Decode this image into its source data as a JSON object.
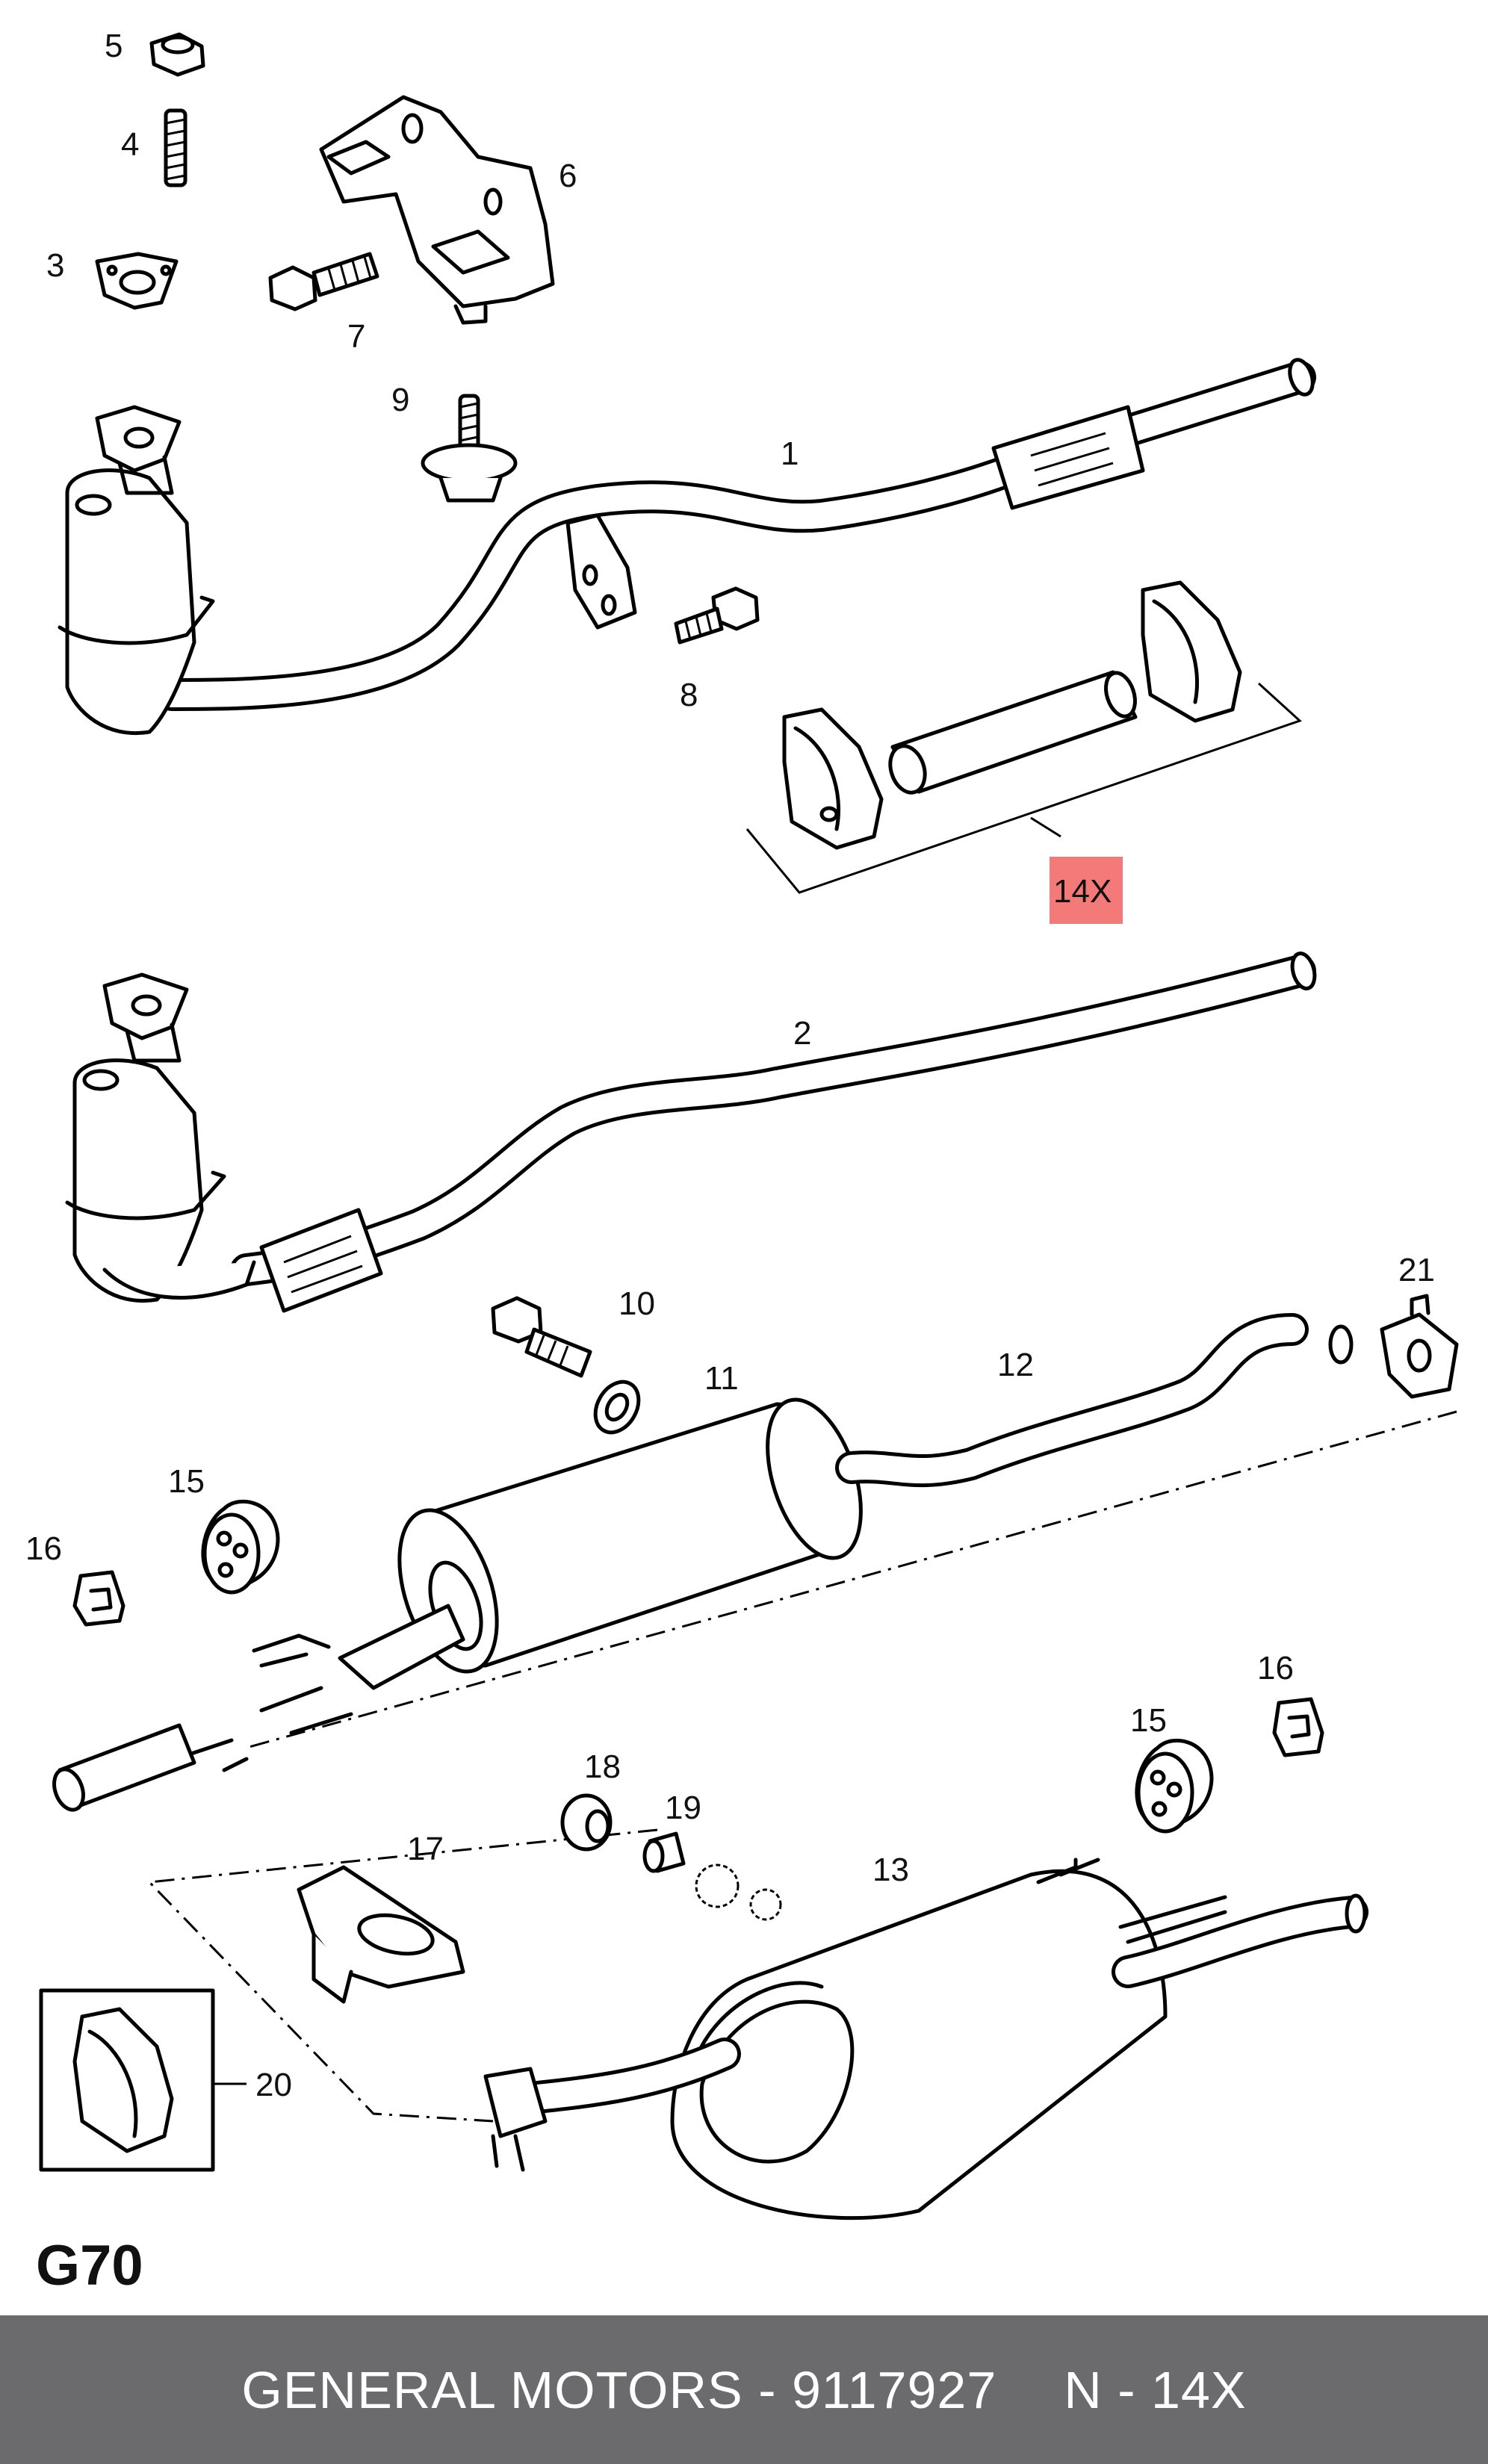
{
  "diagram": {
    "labels": {
      "p1": "1",
      "p2": "2",
      "p3": "3",
      "p4": "4",
      "p5": "5",
      "p6": "6",
      "p7": "7",
      "p8": "8",
      "p9": "9",
      "p10": "10",
      "p11": "11",
      "p12": "12",
      "p13": "13",
      "p14": "14X",
      "p15a": "15",
      "p15b": "15",
      "p16a": "16",
      "p16b": "16",
      "p17": "17",
      "p18": "18",
      "p19": "19",
      "p20": "20",
      "p21": "21"
    },
    "highlighted_part": "14X",
    "highlight_color": "#f47a7a",
    "ref_code": "G70"
  },
  "footer": {
    "brand_part": "GENERAL MOTORS - 9117927",
    "item": "N - 14X",
    "background": "#6b6b6d"
  }
}
